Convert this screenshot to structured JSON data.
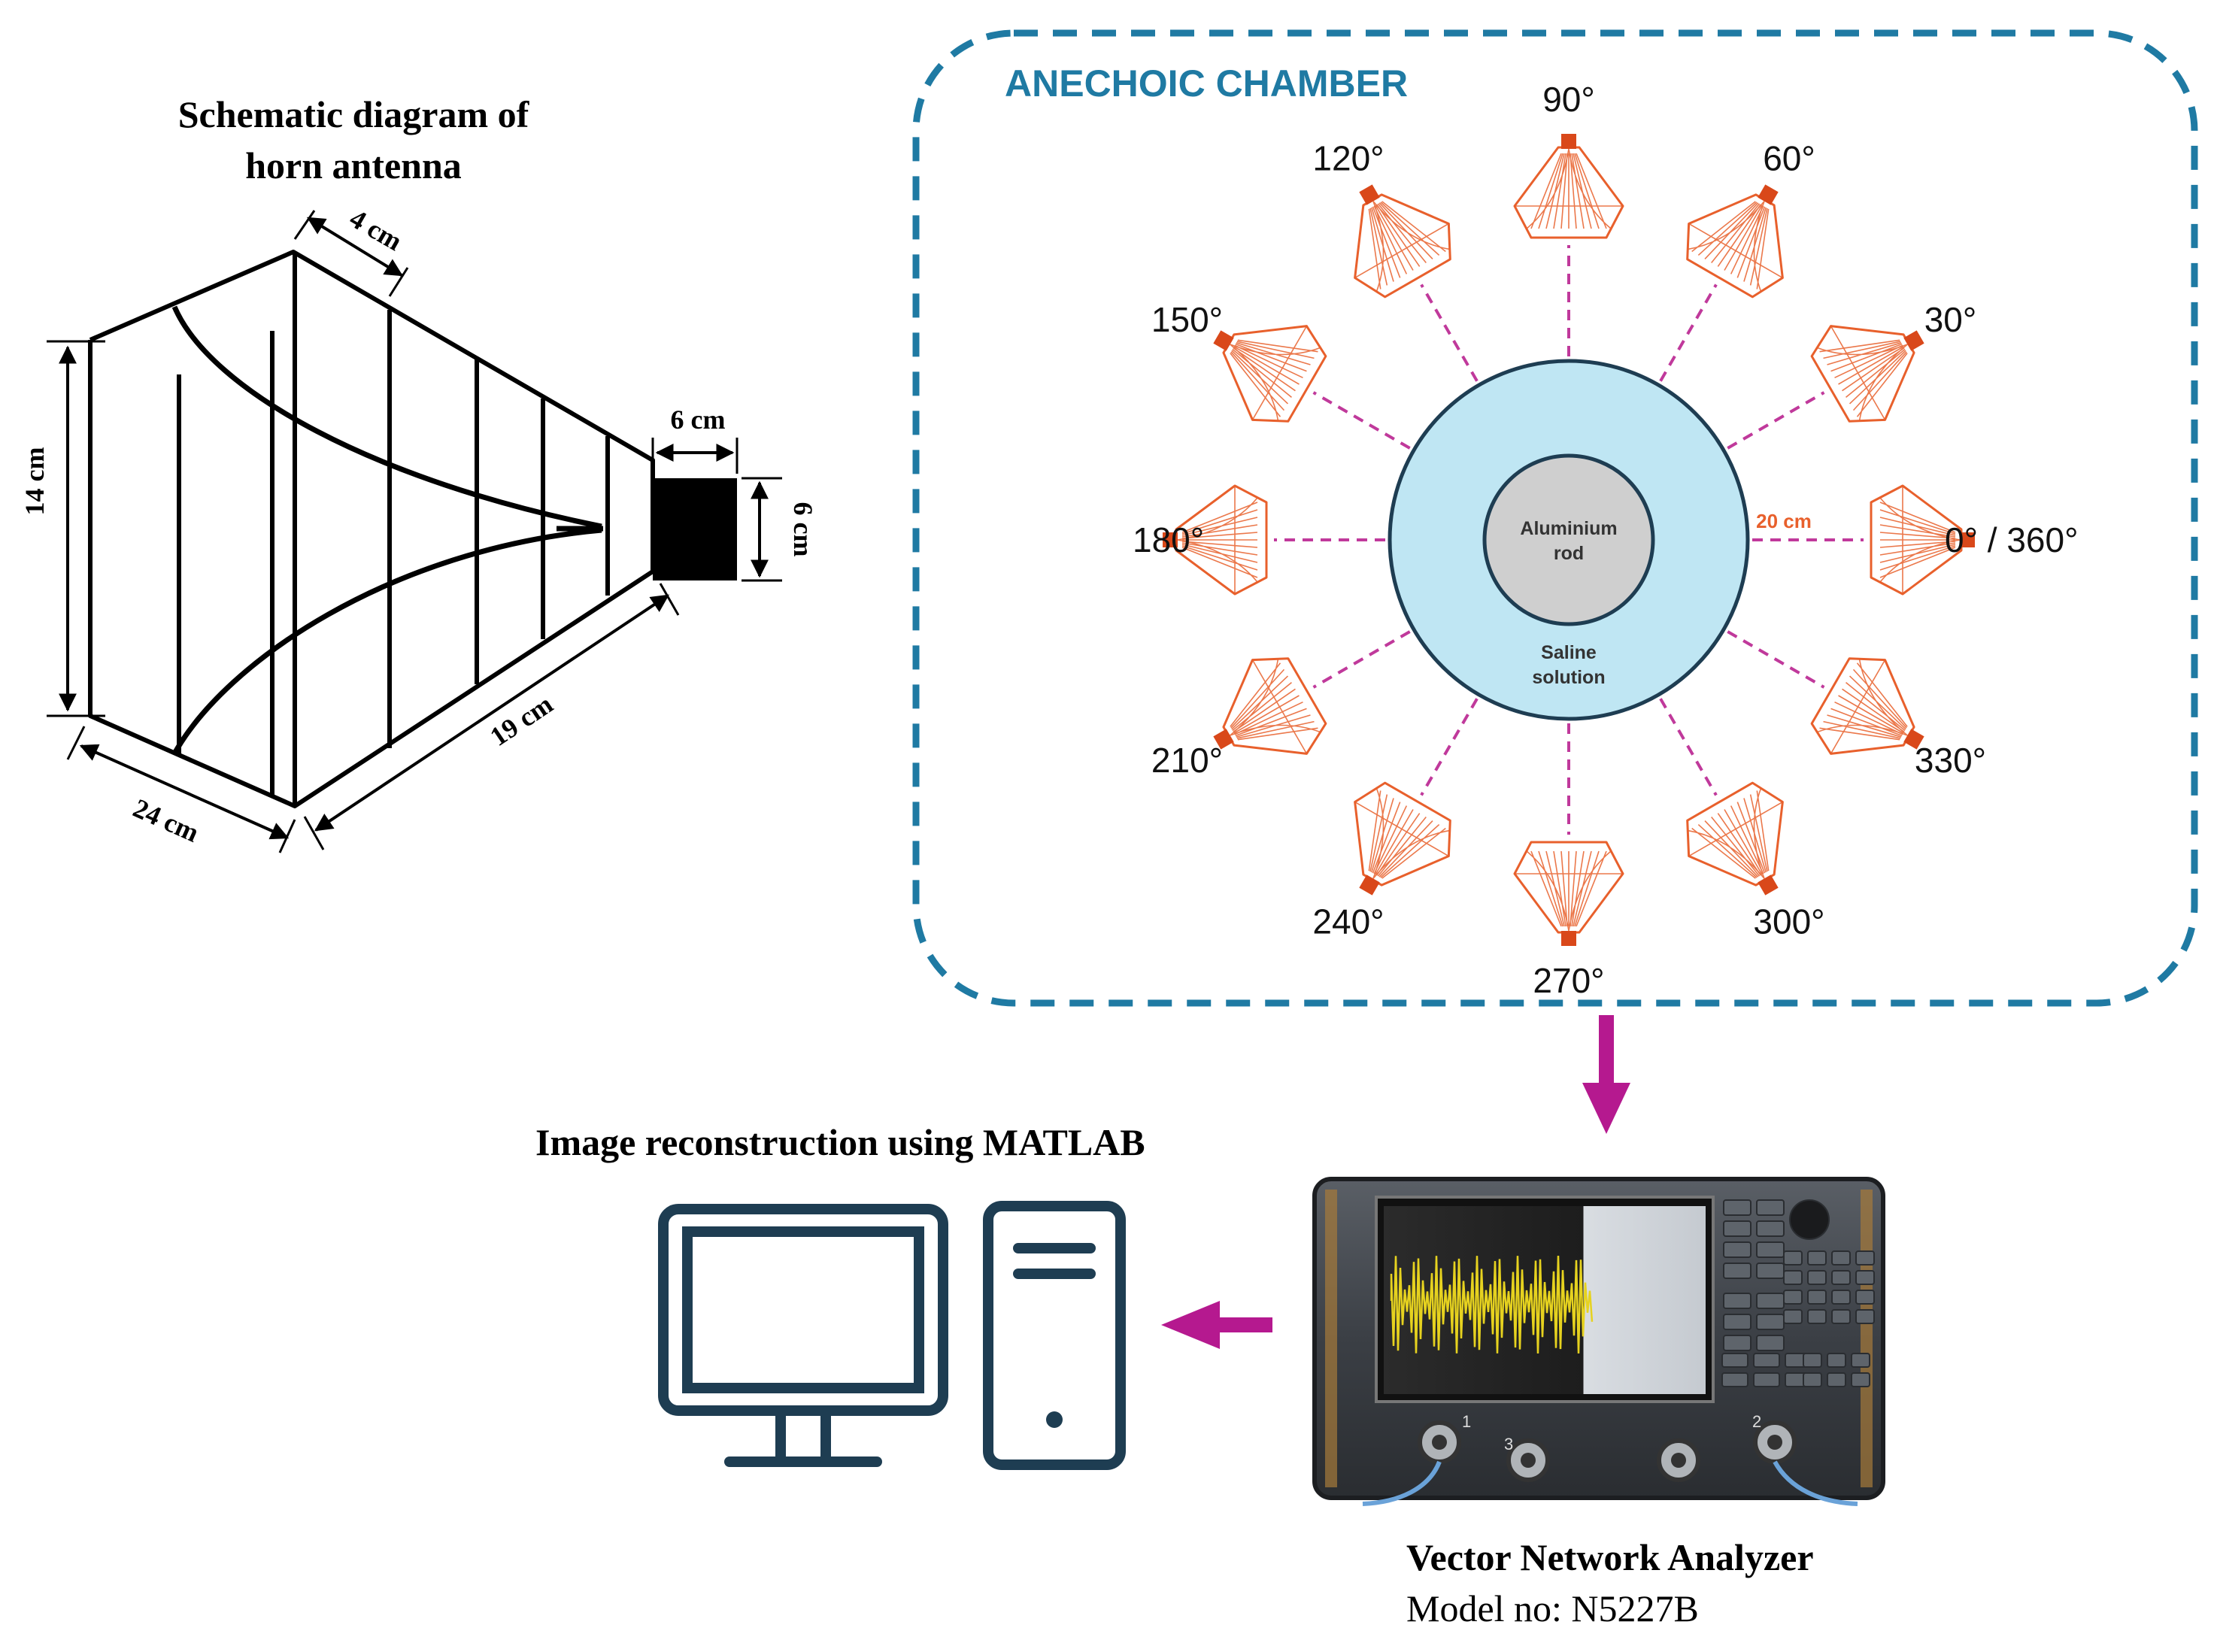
{
  "horn": {
    "title_line1": "Schematic diagram of",
    "title_line2": "horn antenna",
    "dims": {
      "aperture_height": "14 cm",
      "aperture_depth": "24 cm",
      "flare_length": "19 cm",
      "step": "4 cm",
      "feed_width": "6 cm",
      "feed_height": "6 cm"
    }
  },
  "chamber": {
    "title": "ANECHOIC CHAMBER",
    "rod_label_line1": "Aluminium",
    "rod_label_line2": "rod",
    "solution_label_line1": "Saline",
    "solution_label_line2": "solution",
    "distance_label": "20 cm",
    "angles": [
      {
        "deg": 0,
        "label": "0° / 360°"
      },
      {
        "deg": 30,
        "label": "30°"
      },
      {
        "deg": 60,
        "label": "60°"
      },
      {
        "deg": 90,
        "label": "90°"
      },
      {
        "deg": 120,
        "label": "120°"
      },
      {
        "deg": 150,
        "label": "150°"
      },
      {
        "deg": 180,
        "label": "180°"
      },
      {
        "deg": 210,
        "label": "210°"
      },
      {
        "deg": 240,
        "label": "240°"
      },
      {
        "deg": 270,
        "label": "270°"
      },
      {
        "deg": 300,
        "label": "300°"
      },
      {
        "deg": 330,
        "label": "330°"
      }
    ]
  },
  "computer": {
    "caption": "Image reconstruction using MATLAB"
  },
  "vna": {
    "name": "Vector Network Analyzer",
    "model": "Model no: N5227B",
    "port_labels": [
      "1",
      "3",
      "2"
    ]
  },
  "colors": {
    "chamber_border": "#1f7aa3",
    "chamber_title": "#1f7aa3",
    "antenna": "#e8602c",
    "antenna_feed": "#d9481a",
    "dash_line": "#c0399b",
    "saline": "#bfe6f3",
    "rod": "#cfcfcf",
    "arrow": "#b5198f",
    "computer": "#1e3d52",
    "distance_label": "#e8602c"
  }
}
